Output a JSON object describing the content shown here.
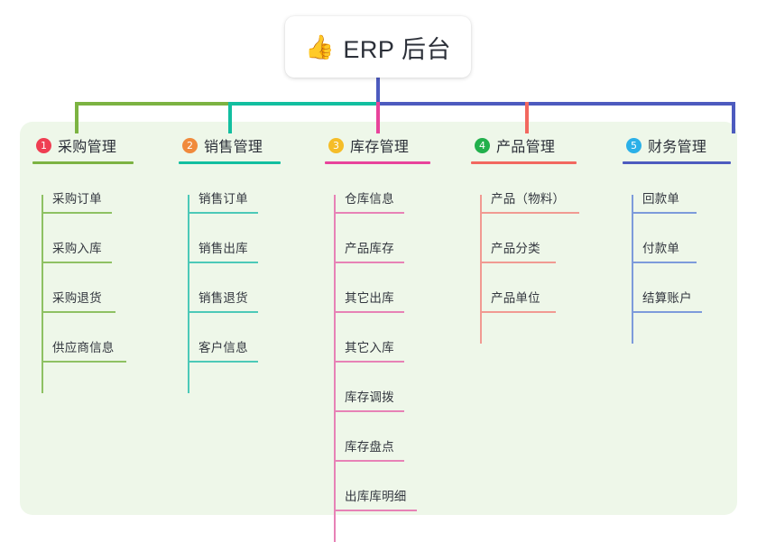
{
  "title": {
    "icon": "thumbs-up-icon",
    "emoji": "👍",
    "text": "ERP 后台"
  },
  "panel": {
    "background": "#eef7e9"
  },
  "connectors": {
    "trunk_color": "#4d5bbf",
    "bus_segments": [
      "#7cb342",
      "#12bfa0",
      "#4d5bbf"
    ]
  },
  "columns": [
    {
      "number": "1",
      "badge_color": "#ef3e52",
      "line_color": "#8ec163",
      "rule_color": "#7cb342",
      "title": "采购管理",
      "items": [
        {
          "label": "采购订单",
          "rule_width": 78
        },
        {
          "label": "采购入库",
          "rule_width": 78
        },
        {
          "label": "采购退货",
          "rule_width": 82
        },
        {
          "label": "供应商信息",
          "rule_width": 94
        }
      ]
    },
    {
      "number": "2",
      "badge_color": "#f08a3c",
      "line_color": "#4cc9b8",
      "rule_color": "#12bfa0",
      "title": "销售管理",
      "items": [
        {
          "label": "销售订单",
          "rule_width": 78
        },
        {
          "label": "销售出库",
          "rule_width": 78
        },
        {
          "label": "销售退货",
          "rule_width": 78
        },
        {
          "label": "客户信息",
          "rule_width": 78
        }
      ]
    },
    {
      "number": "3",
      "badge_color": "#f5bd28",
      "line_color": "#e782b6",
      "rule_color": "#e8439b",
      "title": "库存管理",
      "items": [
        {
          "label": "仓库信息",
          "rule_width": 78
        },
        {
          "label": "产品库存",
          "rule_width": 78
        },
        {
          "label": "其它出库",
          "rule_width": 78
        },
        {
          "label": "其它入库",
          "rule_width": 78
        },
        {
          "label": "库存调拨",
          "rule_width": 78
        },
        {
          "label": "库存盘点",
          "rule_width": 78
        },
        {
          "label": "出库库明细",
          "rule_width": 92
        }
      ]
    },
    {
      "number": "4",
      "badge_color": "#22b04c",
      "line_color": "#f19a92",
      "rule_color": "#f2685f",
      "title": "产品管理",
      "items": [
        {
          "label": "产品（物料）",
          "rule_width": 110
        },
        {
          "label": "产品分类",
          "rule_width": 84
        },
        {
          "label": "产品单位",
          "rule_width": 84
        }
      ]
    },
    {
      "number": "5",
      "badge_color": "#2bb0e8",
      "line_color": "#7d9bdb",
      "rule_color": "#4d5bbf",
      "title": "财务管理",
      "items": [
        {
          "label": "回款单",
          "rule_width": 72
        },
        {
          "label": "付款单",
          "rule_width": 72
        },
        {
          "label": "结算账户",
          "rule_width": 78
        }
      ]
    }
  ]
}
